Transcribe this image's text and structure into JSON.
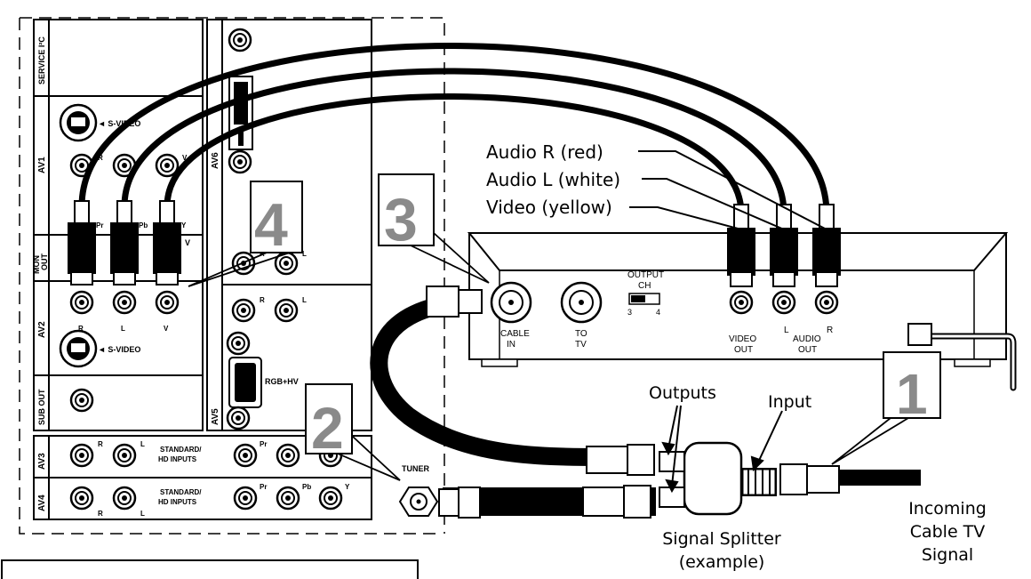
{
  "panel": {
    "service": "SERVICE I²C",
    "av1": "AV1",
    "svideo1": "◄ S-VIDEO",
    "pr": "Pr",
    "pb": "Pb",
    "y": "Y",
    "r": "R",
    "l": "L",
    "v": "V",
    "mon_out": "MON OUT",
    "av2": "AV2",
    "svideo2": "◄ S-VIDEO",
    "sub_out": "SUB OUT",
    "av3": "AV3",
    "av4": "AV4",
    "std_hd": "STANDARD/",
    "hd_inputs": "HD INPUTS",
    "av5": "AV5",
    "av6": "AV6",
    "rgbhv": "RGB+HV",
    "tuner": "TUNER"
  },
  "box": {
    "output_ch": "OUTPUT",
    "ch": "CH",
    "ch3": "3",
    "ch4": "4",
    "cable_in_1": "CABLE",
    "cable_in_2": "IN",
    "to_tv_1": "TO",
    "to_tv_2": "TV",
    "video_out_1": "VIDEO",
    "video_out_2": "OUT",
    "audio_out_1": "AUDIO",
    "audio_out_2": "OUT",
    "l": "L",
    "r": "R"
  },
  "labels": {
    "audio_r": "Audio R (red)",
    "audio_l": "Audio L (white)",
    "video": "Video (yellow)",
    "outputs": "Outputs",
    "input": "Input",
    "splitter_1": "Signal Splitter",
    "splitter_2": "(example)",
    "incoming_1": "Incoming",
    "incoming_2": "Cable TV",
    "incoming_3": "Signal"
  },
  "steps": {
    "s1": "1",
    "s2": "2",
    "s3": "3",
    "s4": "4"
  }
}
